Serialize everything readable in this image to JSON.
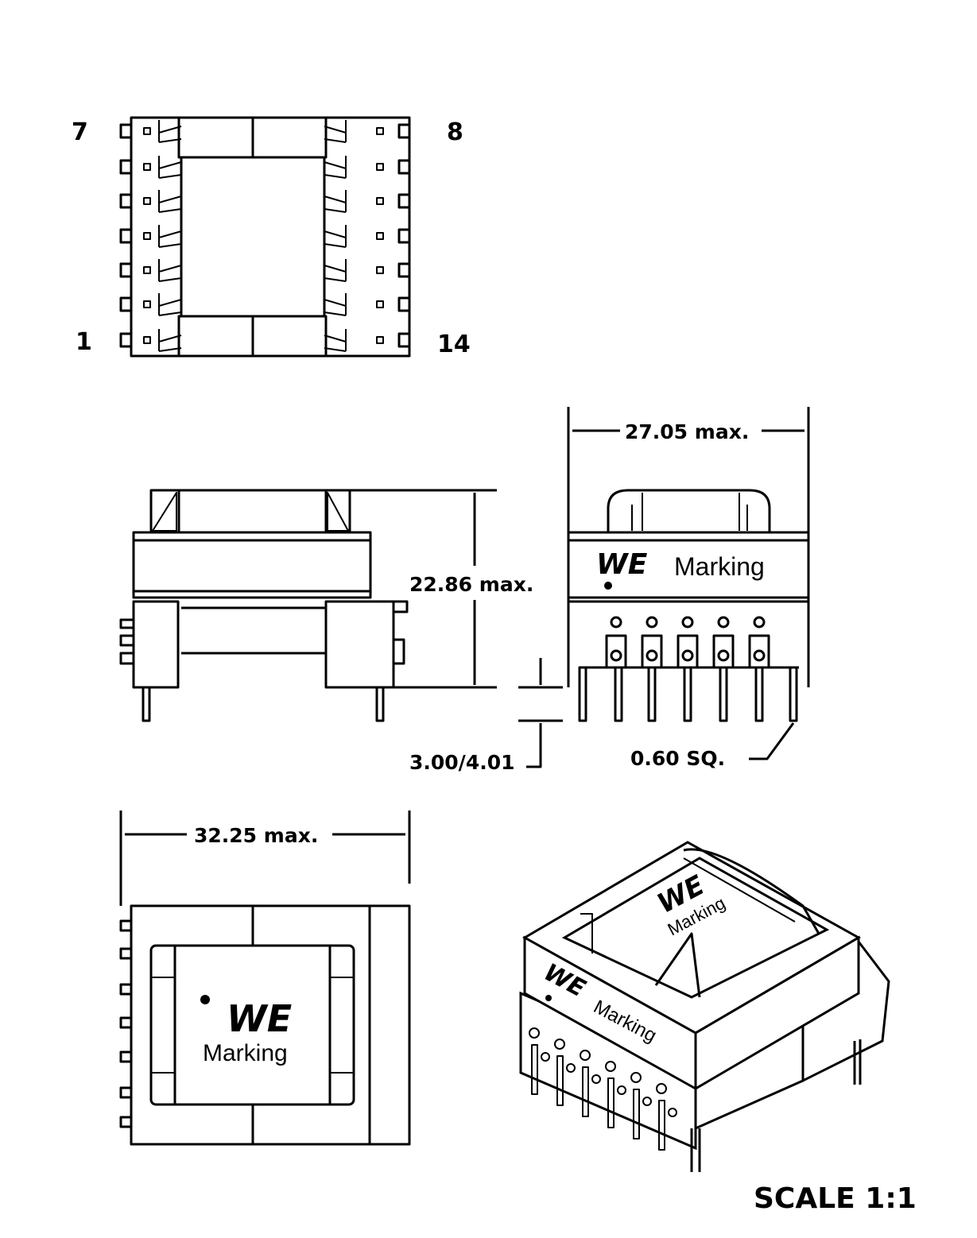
{
  "pin_labels": {
    "top_left": "7",
    "top_right": "8",
    "bottom_left": "1",
    "bottom_right": "14"
  },
  "dimensions": {
    "width_front": "27.05 max.",
    "height": "22.86 max.",
    "pin_length": "3.00/4.01",
    "pin_size": "0.60 SQ.",
    "length_bottom": "32.25 max."
  },
  "marking": {
    "logo": "WE",
    "text": "Marking"
  },
  "scale": "SCALE 1:1",
  "colors": {
    "line": "#000000",
    "background": "#ffffff"
  }
}
